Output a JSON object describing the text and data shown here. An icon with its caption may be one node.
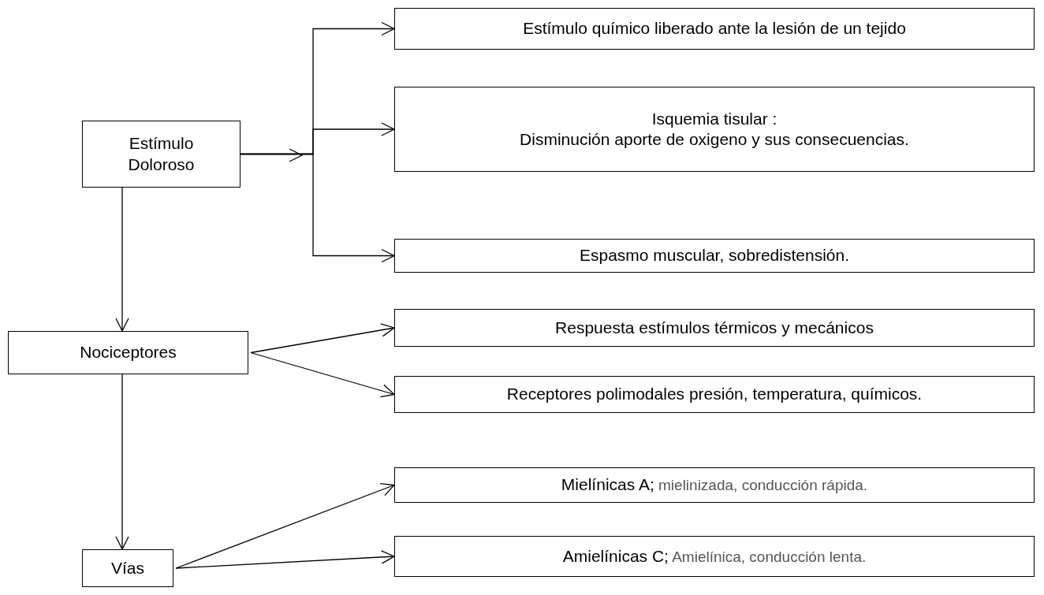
{
  "diagram": {
    "nodes": [
      {
        "text": [
          "Estímulo Doloroso"
        ]
      },
      {
        "text": [
          "Estímulo químico liberado ante la lesión de un tejido"
        ]
      },
      {
        "text": [
          "Isquemia tisular :",
          "Disminución aporte de oxigeno y sus consecuencias."
        ]
      },
      {
        "text": [
          "Espasmo muscular, sobredistensión."
        ]
      },
      {
        "text": [
          "Nociceptores"
        ]
      },
      {
        "text": [
          "Respuesta estímulos térmicos y mecánicos"
        ]
      },
      {
        "text": [
          "Receptores polimodales presión, temperatura, químicos."
        ]
      },
      {
        "text": [
          "Vías"
        ]
      },
      {
        "text": [
          "**Mielínicas  A;** mielinizada, conducción rápida."
        ]
      },
      {
        "text": [
          "**Amielínicas  C;** Amielínica, conducción lenta."
        ]
      }
    ],
    "edges": [
      {
        "from": 0,
        "to": 1,
        "arrow": "to"
      },
      {
        "from": 0,
        "to": 2,
        "arrow": "to"
      },
      {
        "from": 0,
        "to": 3,
        "arrow": "to"
      },
      {
        "from": 0,
        "to": 4,
        "arrow": "to"
      },
      {
        "from": 4,
        "to": 5,
        "arrow": "to"
      },
      {
        "from": 4,
        "to": 6,
        "arrow": "to"
      },
      {
        "from": 4,
        "to": 7,
        "arrow": "to"
      },
      {
        "from": 7,
        "to": 8,
        "arrow": "to"
      },
      {
        "from": 7,
        "to": 9,
        "arrow": "to"
      }
    ]
  }
}
